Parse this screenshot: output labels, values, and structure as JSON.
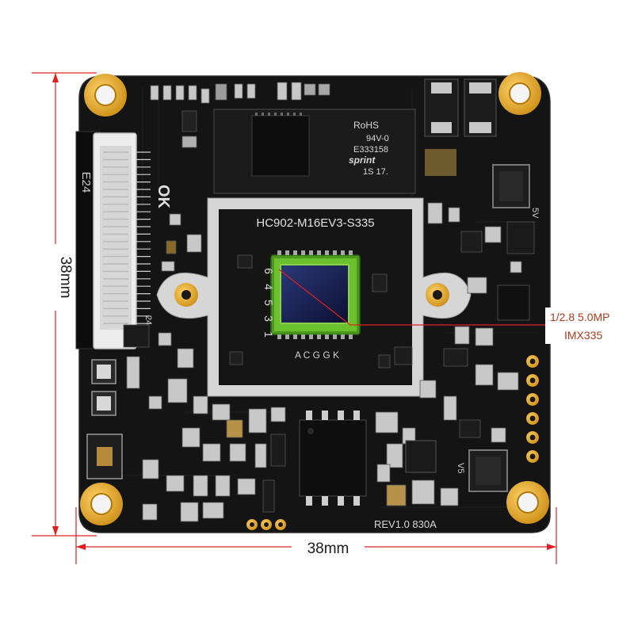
{
  "dimensions": {
    "height_label": "38mm",
    "width_label": "38mm"
  },
  "sensor_callout": {
    "line1": "1/2.8 5.0MP",
    "line2": "IMX335"
  },
  "board_text": {
    "model": "HC902-M16EV3-S335",
    "revision": "REV1.0  830A",
    "rohs": "RoHS",
    "rating": "94V-0",
    "file_no": "E333158",
    "brand": "sprint",
    "date_code": "1S 17.",
    "connector_id": "E24",
    "pin_count": "24",
    "sensor_digits": [
      "6",
      "4",
      "5",
      "3",
      "1"
    ],
    "pad_letters": "A C G G K",
    "ok_mark": "OK",
    "v5_left": "V5",
    "v5_right": "5V"
  },
  "colors": {
    "dimension_red": "#e02020",
    "dimension_text": "#1a1a1a",
    "board_black": "#141414",
    "silkscreen": "#d8d8d8",
    "gold_pad": "#e6a21a",
    "sensor_green": "#4a9a1e"
  }
}
